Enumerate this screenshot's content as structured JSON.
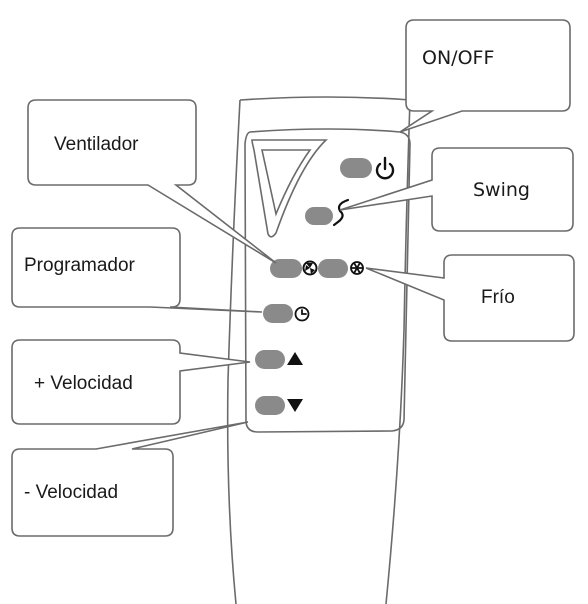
{
  "callouts": {
    "on_off": "ON/OFF",
    "ventilador": "Ventilador",
    "swing": "Swing",
    "programador": "Programador",
    "frio": "Frío",
    "velocidad_up": "+ Velocidad",
    "velocidad_down": "- Velocidad"
  },
  "icons": {
    "power": "power-icon",
    "swing": "swing-icon",
    "fan": "fan-icon",
    "snow": "snowflake-icon",
    "timer": "clock-icon",
    "up": "triangle-up-icon",
    "down": "triangle-down-icon"
  },
  "colors": {
    "button": "#8a8a8a",
    "outline": "#6b6b6b",
    "text": "#1a1a1a"
  }
}
